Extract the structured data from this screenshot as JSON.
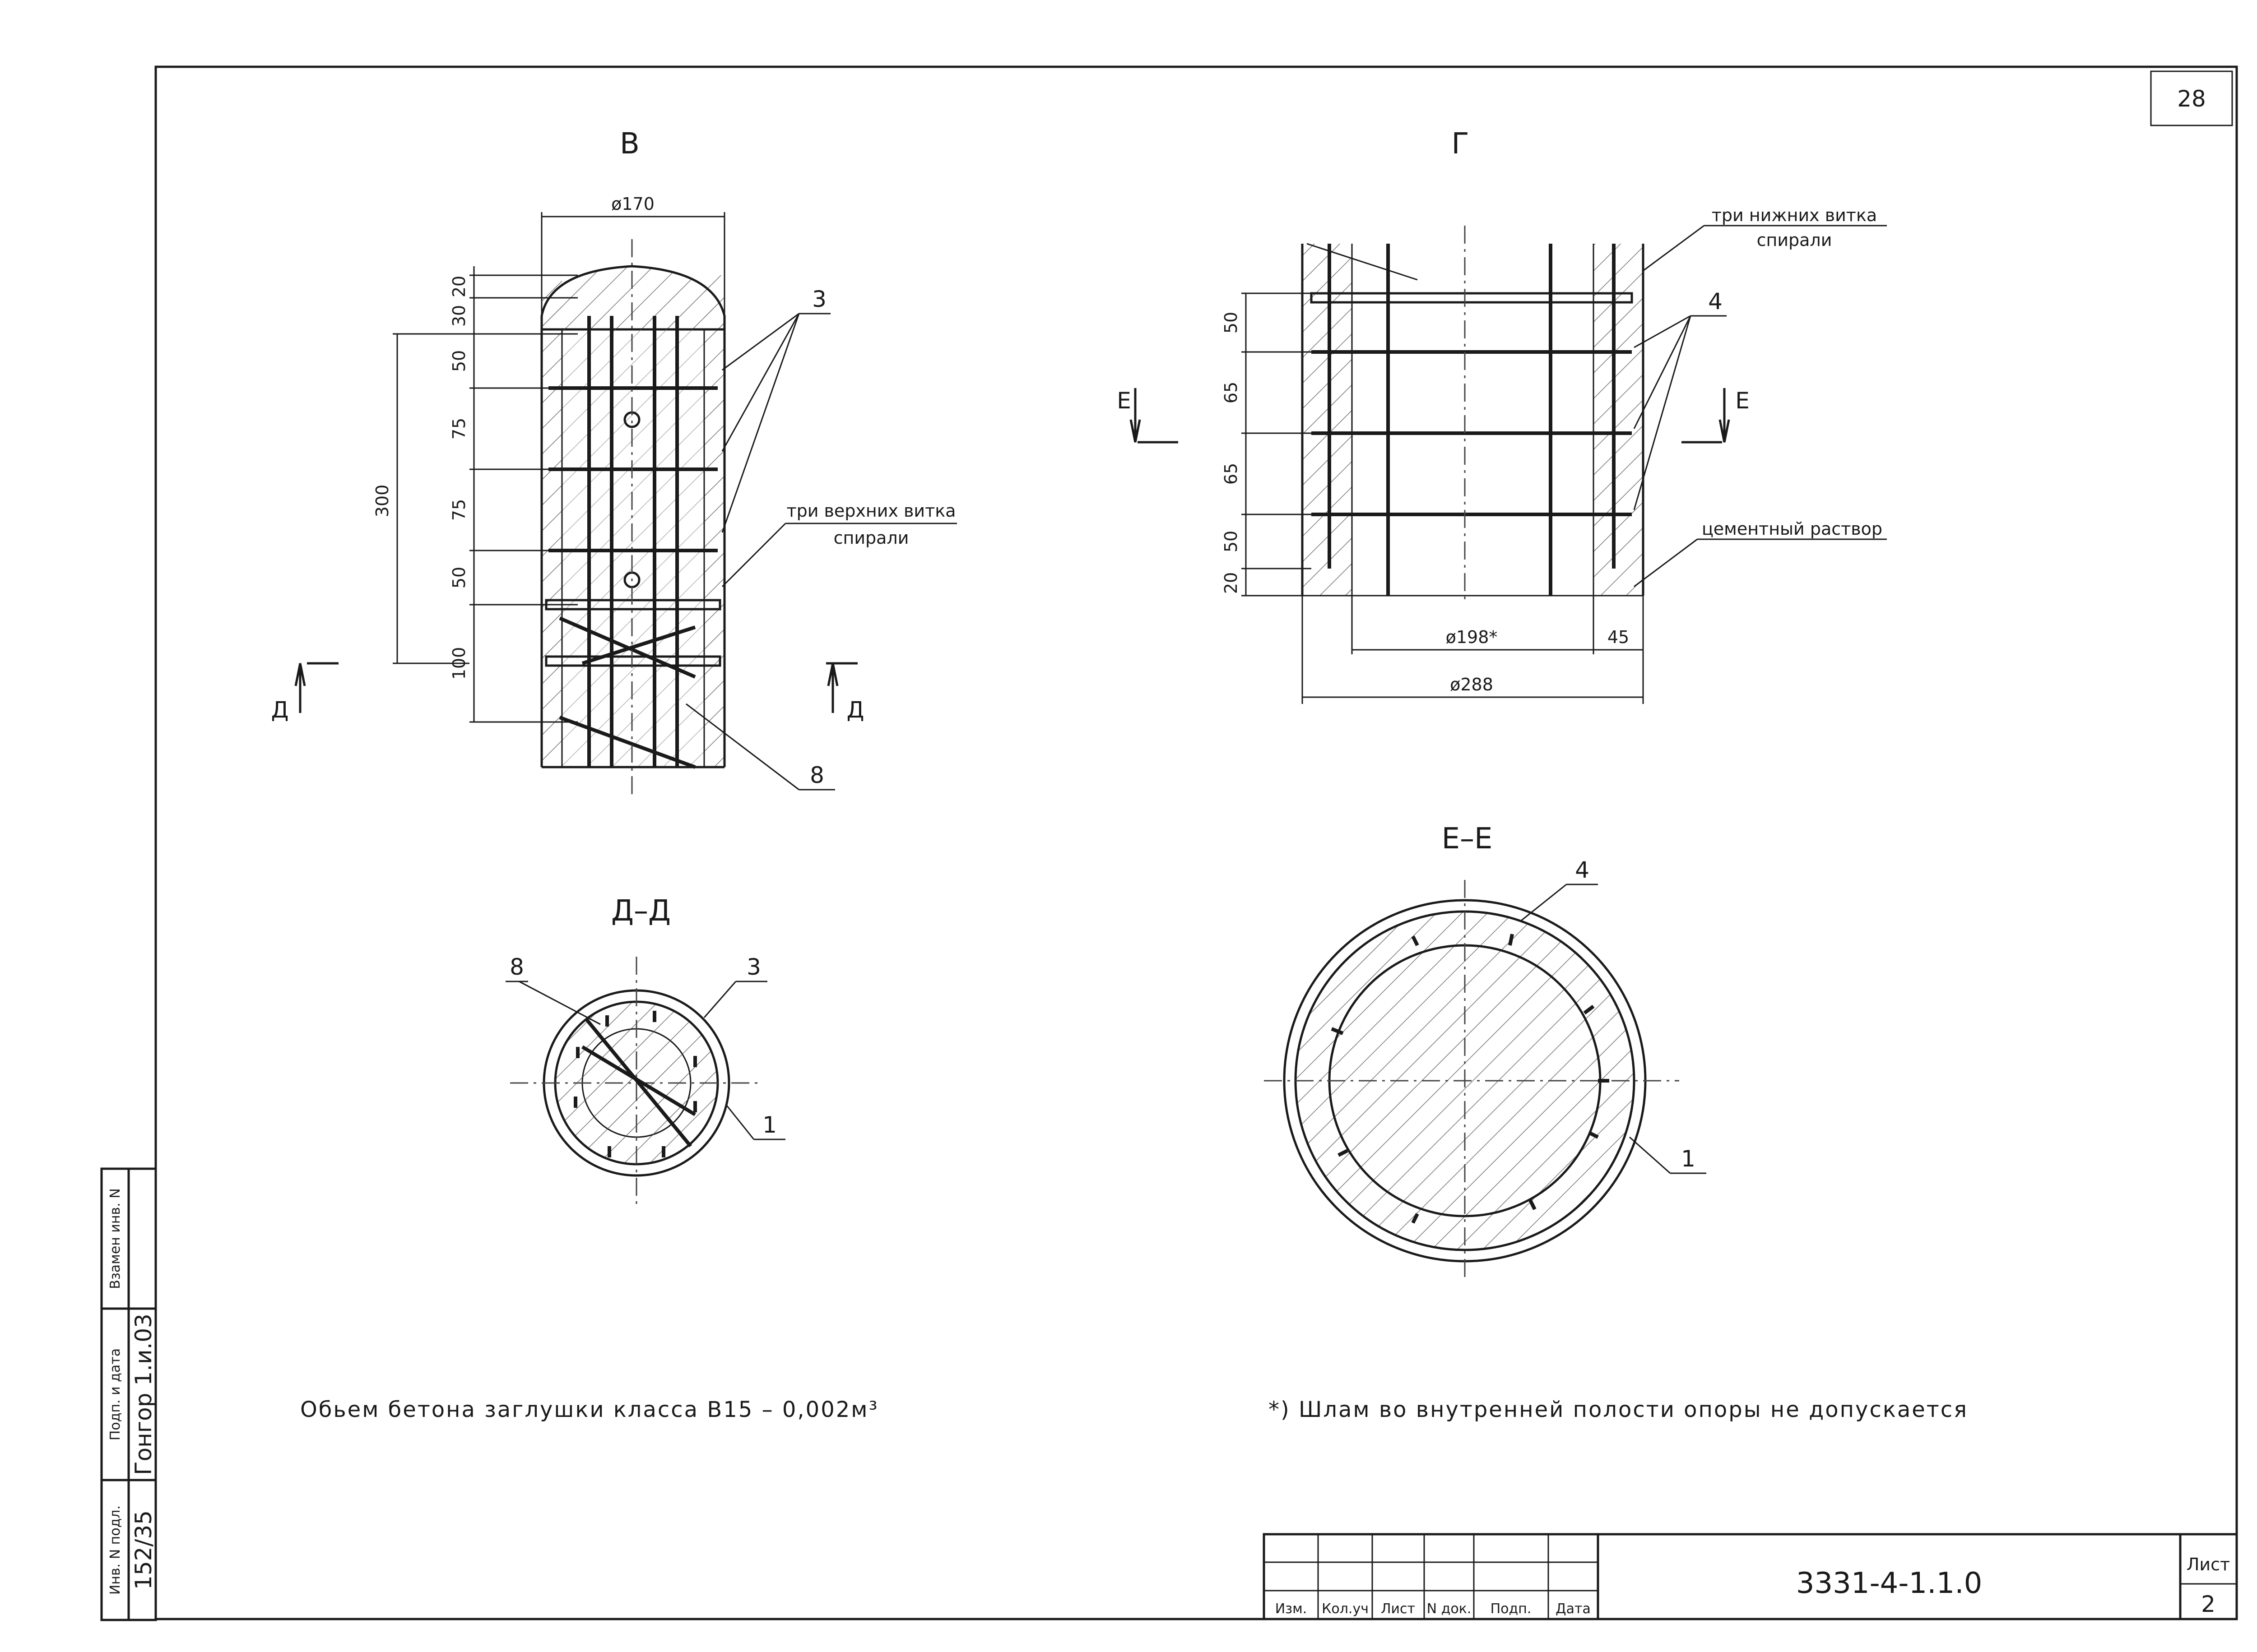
{
  "sheet": {
    "page_number": "28",
    "drawing_code": "3331-4-1.1.0",
    "list_label": "Лист",
    "list_number": "2"
  },
  "view_b": {
    "title": "В",
    "dia_top": "ø170",
    "dims_vertical": [
      "20",
      "30",
      "50",
      "75",
      "75",
      "50",
      "100"
    ],
    "dim_total": "300",
    "callout_3": "3",
    "callout_8": "8",
    "note_spiral_1": "три верхних витка",
    "note_spiral_2": "спирали",
    "section_mark": "Д"
  },
  "view_g": {
    "title": "Г",
    "dims_vertical": [
      "50",
      "65",
      "65",
      "50",
      "20"
    ],
    "dia_inner": "ø198*",
    "dim_45": "45",
    "dia_outer": "ø288",
    "callout_4": "4",
    "note_spiral_1": "три нижних витка",
    "note_spiral_2": "спирали",
    "note_mortar": "цементный раствор",
    "section_mark": "Е"
  },
  "section_dd": {
    "title": "Д–Д",
    "callout_8": "8",
    "callout_3": "3",
    "callout_1": "1"
  },
  "section_ee": {
    "title": "Е–Е",
    "callout_4": "4",
    "callout_1": "1"
  },
  "notes": {
    "concrete": "Обьем бетона заглушки класса В15 – 0,002м³",
    "sludge": "*) Шлам во внутренней полости опоры не допускается"
  },
  "stamp": {
    "columns": [
      "Изм.",
      "Кол.уч",
      "Лист",
      "N док.",
      "Подп.",
      "Дата"
    ],
    "side_labels": [
      "Инв. N подл.",
      "Подп. и дата",
      "Взамен инв. N"
    ],
    "side_values": [
      "152/35",
      "Гонгор 1.и.03"
    ]
  }
}
